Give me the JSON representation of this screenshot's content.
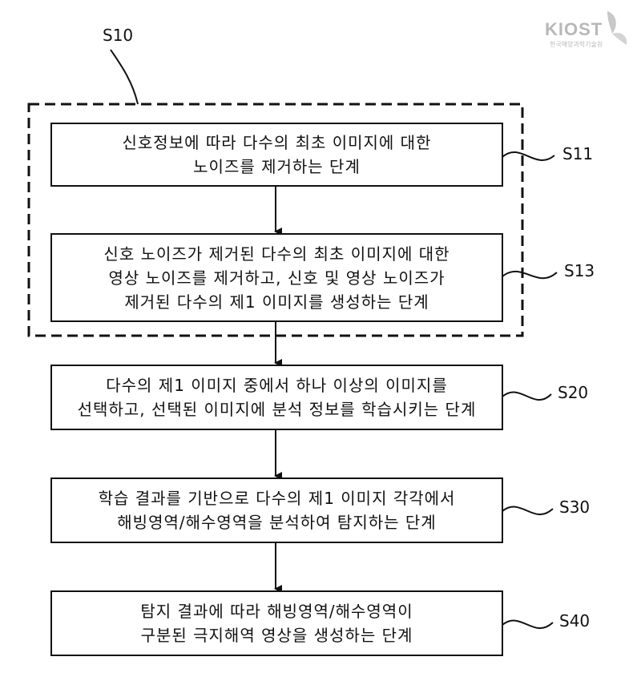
{
  "logo": {
    "name": "KIOST",
    "subtitle": "한국해양과학기술원"
  },
  "group_label": "S10",
  "steps": [
    {
      "id": "S11",
      "text": "신호정보에 따라 다수의 최초 이미지에 대한\n노이즈를 제거하는 단계"
    },
    {
      "id": "S13",
      "text": "신호 노이즈가 제거된 다수의 최초 이미지에 대한\n영상 노이즈를 제거하고, 신호 및 영상 노이즈가\n제거된 다수의 제1 이미지를 생성하는 단계"
    },
    {
      "id": "S20",
      "text": "다수의 제1 이미지 중에서 하나 이상의 이미지를\n선택하고, 선택된 이미지에 분석 정보를 학습시키는 단계"
    },
    {
      "id": "S30",
      "text": "학습 결과를 기반으로 다수의 제1 이미지 각각에서\n해빙영역/해수영역을 분석하여 탐지하는 단계"
    },
    {
      "id": "S40",
      "text": "탐지 결과에 따라 해빙영역/해수영역이\n구분된 극지해역 영상을 생성하는 단계"
    }
  ]
}
